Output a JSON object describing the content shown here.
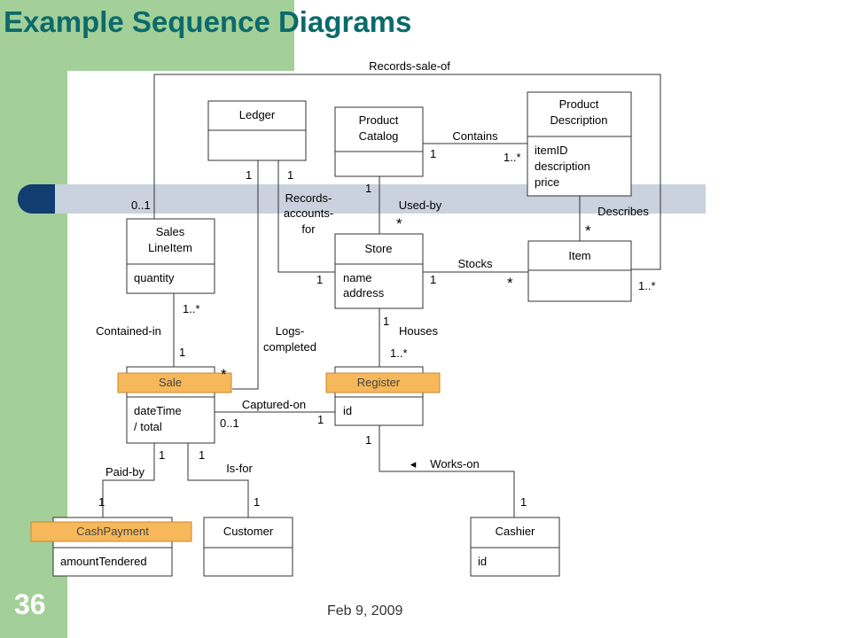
{
  "slide": {
    "title": "Example Sequence Diagrams",
    "number": "36",
    "date": "Feb 9, 2009"
  },
  "colors": {
    "green": "#a3cf98",
    "title_teal": "#0b6a6a",
    "band_gray": "#c9d2de",
    "band_navy": "#113d70",
    "highlight": "#f6b85a"
  },
  "classes": {
    "ledger": {
      "name": "Ledger",
      "attrs": []
    },
    "catalog": {
      "name": [
        "Product",
        "Catalog"
      ],
      "attrs": []
    },
    "description": {
      "name": [
        "Product",
        "Description"
      ],
      "attrs": [
        "itemID",
        "description",
        "price"
      ]
    },
    "salesline": {
      "name": [
        "Sales",
        "LineItem"
      ],
      "attrs": [
        "quantity"
      ]
    },
    "store": {
      "name": "Store",
      "attrs": [
        "name",
        "address"
      ]
    },
    "item": {
      "name": "Item",
      "attrs": []
    },
    "sale": {
      "name": "Sale",
      "attrs": [
        "dateTime",
        "/ total"
      ]
    },
    "register": {
      "name": "Register",
      "attrs": [
        "id"
      ]
    },
    "cashpayment": {
      "name": "CashPayment",
      "attrs": [
        "amountTendered"
      ]
    },
    "customer": {
      "name": "Customer",
      "attrs": []
    },
    "cashier": {
      "name": "Cashier",
      "attrs": [
        "id"
      ]
    }
  },
  "associations": {
    "records_sale_of": "Records-sale-of",
    "contains": "Contains",
    "records_accounts_for": [
      "Records-",
      "accounts-",
      "for"
    ],
    "used_by": "Used-by",
    "describes": "Describes",
    "stocks": "Stocks",
    "contained_in": "Contained-in",
    "logs_completed": [
      "Logs-",
      "completed"
    ],
    "houses": "Houses",
    "captured_on": "Captured-on",
    "paid_by": "Paid-by",
    "is_for": "Is-for",
    "works_on": "Works-on",
    "works_on_arrow": "◂"
  },
  "multiplicities": {
    "ledger_left": "1",
    "ledger_right": "1",
    "sales_top": "0..1",
    "catalog_contains": "1",
    "desc_contains": "1..*",
    "catalog_bottom": "1",
    "usedby_star": "*",
    "desc_star": "*",
    "store_left": "1",
    "store_right": "1",
    "stocks_star": "*",
    "item_right": "1..*",
    "salesline_bottom": "1..*",
    "sale_top": "1",
    "sale_star": "*",
    "store_bottom": "1",
    "register_top": "1..*",
    "sale_captured": "0..1",
    "register_captured": "1",
    "sale_paid": "1",
    "sale_isfor": "1",
    "cash_top": "1",
    "customer_top": "1",
    "register_bottom": "1",
    "cashier_top": "1"
  }
}
